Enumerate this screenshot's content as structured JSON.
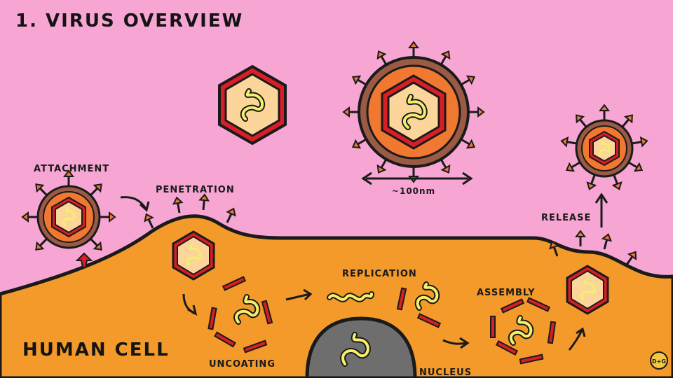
{
  "title": "1. VIRUS OVERVIEW",
  "cell_label": "HUMAN CELL",
  "stages": {
    "attachment": "ATTACHMENT",
    "penetration": "PENETRATION",
    "uncoating": "UNCOATING",
    "replication": "REPLICATION",
    "assembly": "ASSEMBLY",
    "release": "RELEASE",
    "nucleus": "NUCLEUS"
  },
  "scale_label": "~100nm",
  "logo_text": "D+G",
  "colors": {
    "background": "#f7a6d4",
    "cell": "#f39a2a",
    "envelope_outer": "#9b5a44",
    "envelope_inner": "#f07830",
    "capsid": "#d81e27",
    "core": "#fcd59a",
    "rna": "#f5f06a",
    "nucleus": "#6e6e6e"
  }
}
